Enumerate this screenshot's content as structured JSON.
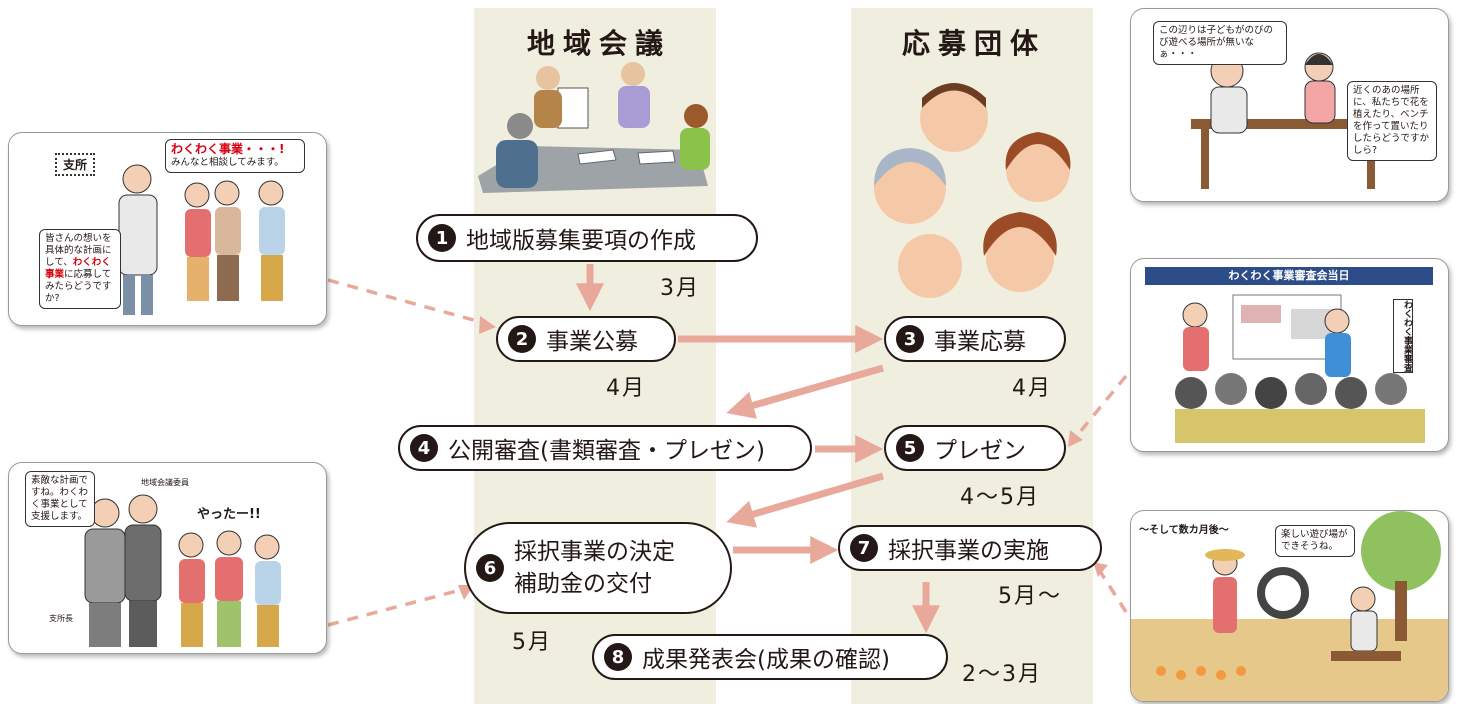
{
  "columns": {
    "council": "地域会議",
    "applicants": "応募団体"
  },
  "steps": [
    {
      "num": "1",
      "label": "地域版募集要項の作成"
    },
    {
      "num": "2",
      "label": "事業公募"
    },
    {
      "num": "3",
      "label": "事業応募"
    },
    {
      "num": "4",
      "label": "公開審査(書類審査・プレゼン)"
    },
    {
      "num": "5",
      "label": "プレゼン"
    },
    {
      "num": "6",
      "label_line1": "採択事業の決定",
      "label_line2": "補助金の交付"
    },
    {
      "num": "7",
      "label": "採択事業の実施"
    },
    {
      "num": "8",
      "label": "成果発表会(成果の確認)"
    }
  ],
  "months": {
    "step1": "3月",
    "step2": "4月",
    "step3": "4月",
    "step5": "4〜5月",
    "step6": "5月",
    "step7": "5月〜",
    "step8": "2〜3月"
  },
  "illustrations": {
    "office": {
      "sign": "支所",
      "bubble_top_red": "わくわく事業・・・!",
      "bubble_top_rest": "みんなと相談してみます。",
      "bubble_left_a": "皆さんの想いを具体的な計画にして、",
      "bubble_left_red": "わくわく事業",
      "bubble_left_b": "に応募してみたらどうですか?"
    },
    "approval": {
      "bubble": "素敵な計画ですね。わくわく事業として支援します。",
      "label_member": "地域会議委員",
      "label_chief": "支所長",
      "cheer": "やったー!!"
    },
    "table_talk": {
      "bubble_a": "この辺りは子どもがのびのび遊べる場所が無いなぁ・・・",
      "bubble_b": "近くのあの場所に、私たちで花を植えたり、ベンチを作って置いたりしたらどうですかしら?"
    },
    "presentation": {
      "banner": "わくわく事業審査会当日",
      "side_sign": "わくわく事業審査"
    },
    "park": {
      "heading": "〜そして数カ月後〜",
      "bubble": "楽しい遊び場ができそうね。"
    }
  },
  "colors": {
    "column_bg": "#f0eedf",
    "arrow": "#e8a99a",
    "dashed": "#e8a99a",
    "accent_red": "#d7000f"
  }
}
